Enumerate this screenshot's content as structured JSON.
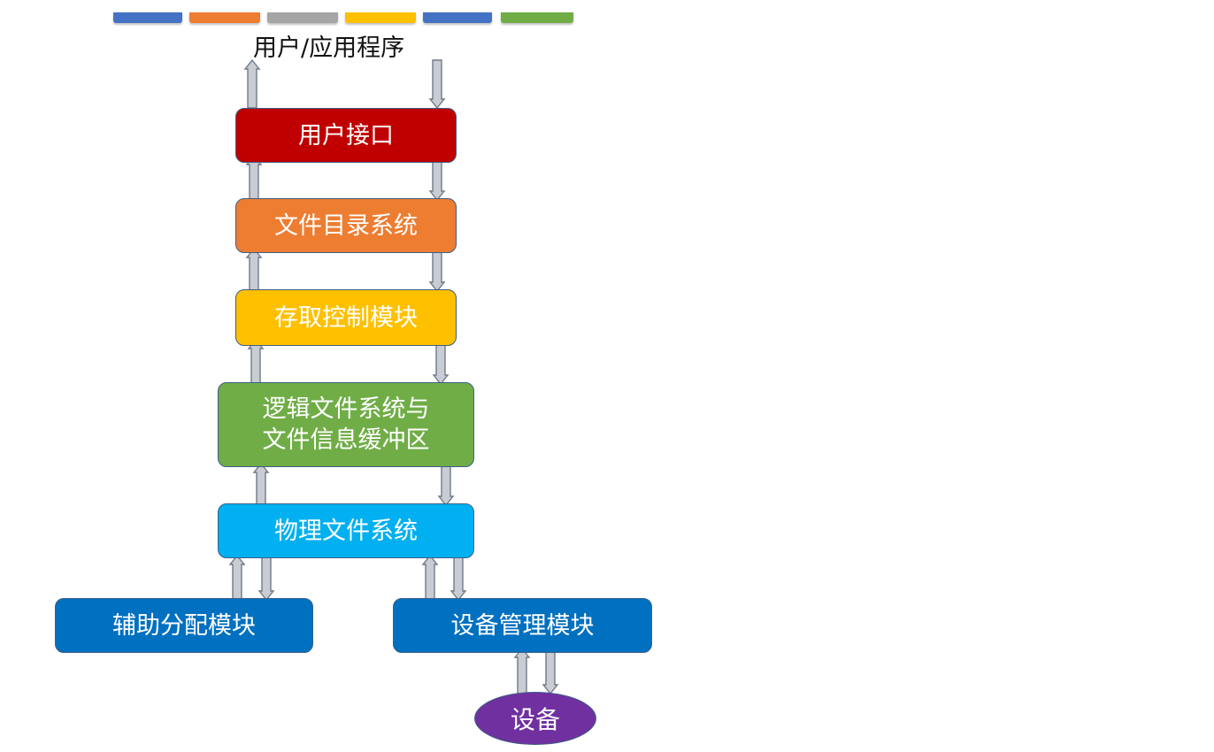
{
  "top_label": "用户/应用程序",
  "boxes": {
    "user_interface": "用户接口",
    "file_directory_system": "文件目录系统",
    "access_control_module": "存取控制模块",
    "logical_fs_line1": "逻辑文件系统与",
    "logical_fs_line2": "文件信息缓冲区",
    "physical_fs": "物理文件系统",
    "aux_allocation_module": "辅助分配模块",
    "device_management_module": "设备管理模块",
    "device": "设备"
  },
  "colors": {
    "strip": [
      "#4472c4",
      "#ed7d31",
      "#a5a5a5",
      "#ffc000",
      "#4472c4",
      "#70ad47"
    ],
    "user_interface": "#c00000",
    "file_directory_system": "#ed7d31",
    "access_control_module": "#ffc000",
    "logical_fs": "#70ad47",
    "physical_fs": "#00b0f0",
    "aux_allocation_module": "#0070c0",
    "device_management_module": "#0070c0",
    "device": "#7030a0",
    "arrow_fill": "#c9ccd3",
    "arrow_stroke": "#6f7a89"
  }
}
